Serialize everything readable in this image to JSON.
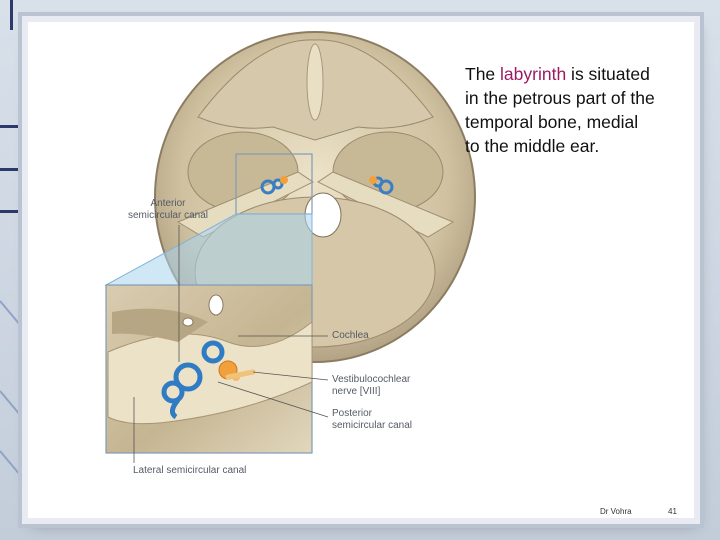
{
  "slide": {
    "text_before": "The ",
    "highlight": "labyrinth",
    "text_after": " is situated in the petrous part of the temporal bone, medial to the middle ear.",
    "highlight_color": "#9b1b63"
  },
  "figure": {
    "labels": {
      "anterior_line1": "Anterior",
      "anterior_line2": "semicircular canal",
      "cochlea": "Cochlea",
      "vestibulo_line1": "Vestibulocochlear",
      "vestibulo_line2": "nerve [VIII]",
      "posterior_line1": "Posterior",
      "posterior_line2": "semicircular canal",
      "lateral": "Lateral semicircular canal"
    }
  },
  "footer": {
    "author": "Dr Vohra",
    "page_number": "41"
  }
}
